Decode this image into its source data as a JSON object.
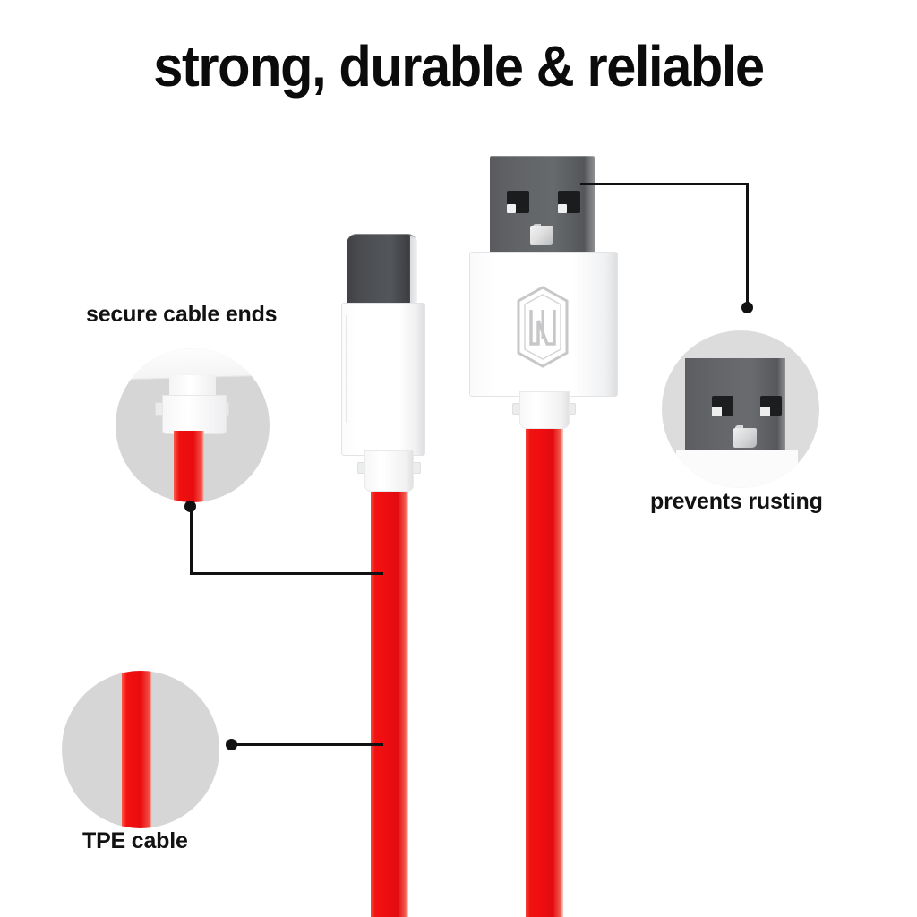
{
  "headline": {
    "text": "strong, durable & reliable"
  },
  "product": {
    "cable_color": "#ee0f11",
    "connector_body_color": "#ffffff",
    "connector_shell_color": "#616366",
    "brand_logo_name": "nillkin-hexagon-logo",
    "connectors": [
      {
        "name": "usb-c-connector",
        "position": "left"
      },
      {
        "name": "usb-a-connector",
        "position": "right"
      }
    ]
  },
  "callouts": [
    {
      "id": "secure-cable-ends",
      "label": "secure cable ends",
      "detail_name": "connector-strain-relief-closeup",
      "circle_color": "#d6d6d6"
    },
    {
      "id": "prevents-rusting",
      "label": "prevents rusting",
      "detail_name": "usb-a-metal-shell-closeup",
      "circle_color": "#dcdcdc"
    },
    {
      "id": "tpe-cable",
      "label": "TPE cable",
      "detail_name": "red-tpe-jacket-closeup",
      "circle_color": "#d6d6d6"
    }
  ]
}
